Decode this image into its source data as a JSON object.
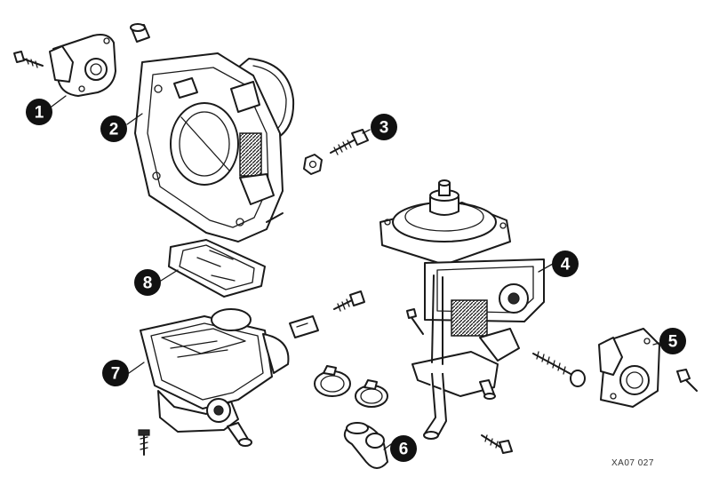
{
  "callouts": [
    {
      "label": "1"
    },
    {
      "label": "2"
    },
    {
      "label": "3"
    },
    {
      "label": "4"
    },
    {
      "label": "5"
    },
    {
      "label": "6"
    },
    {
      "label": "7"
    },
    {
      "label": "8"
    }
  ],
  "reference_code": "XA07 027"
}
